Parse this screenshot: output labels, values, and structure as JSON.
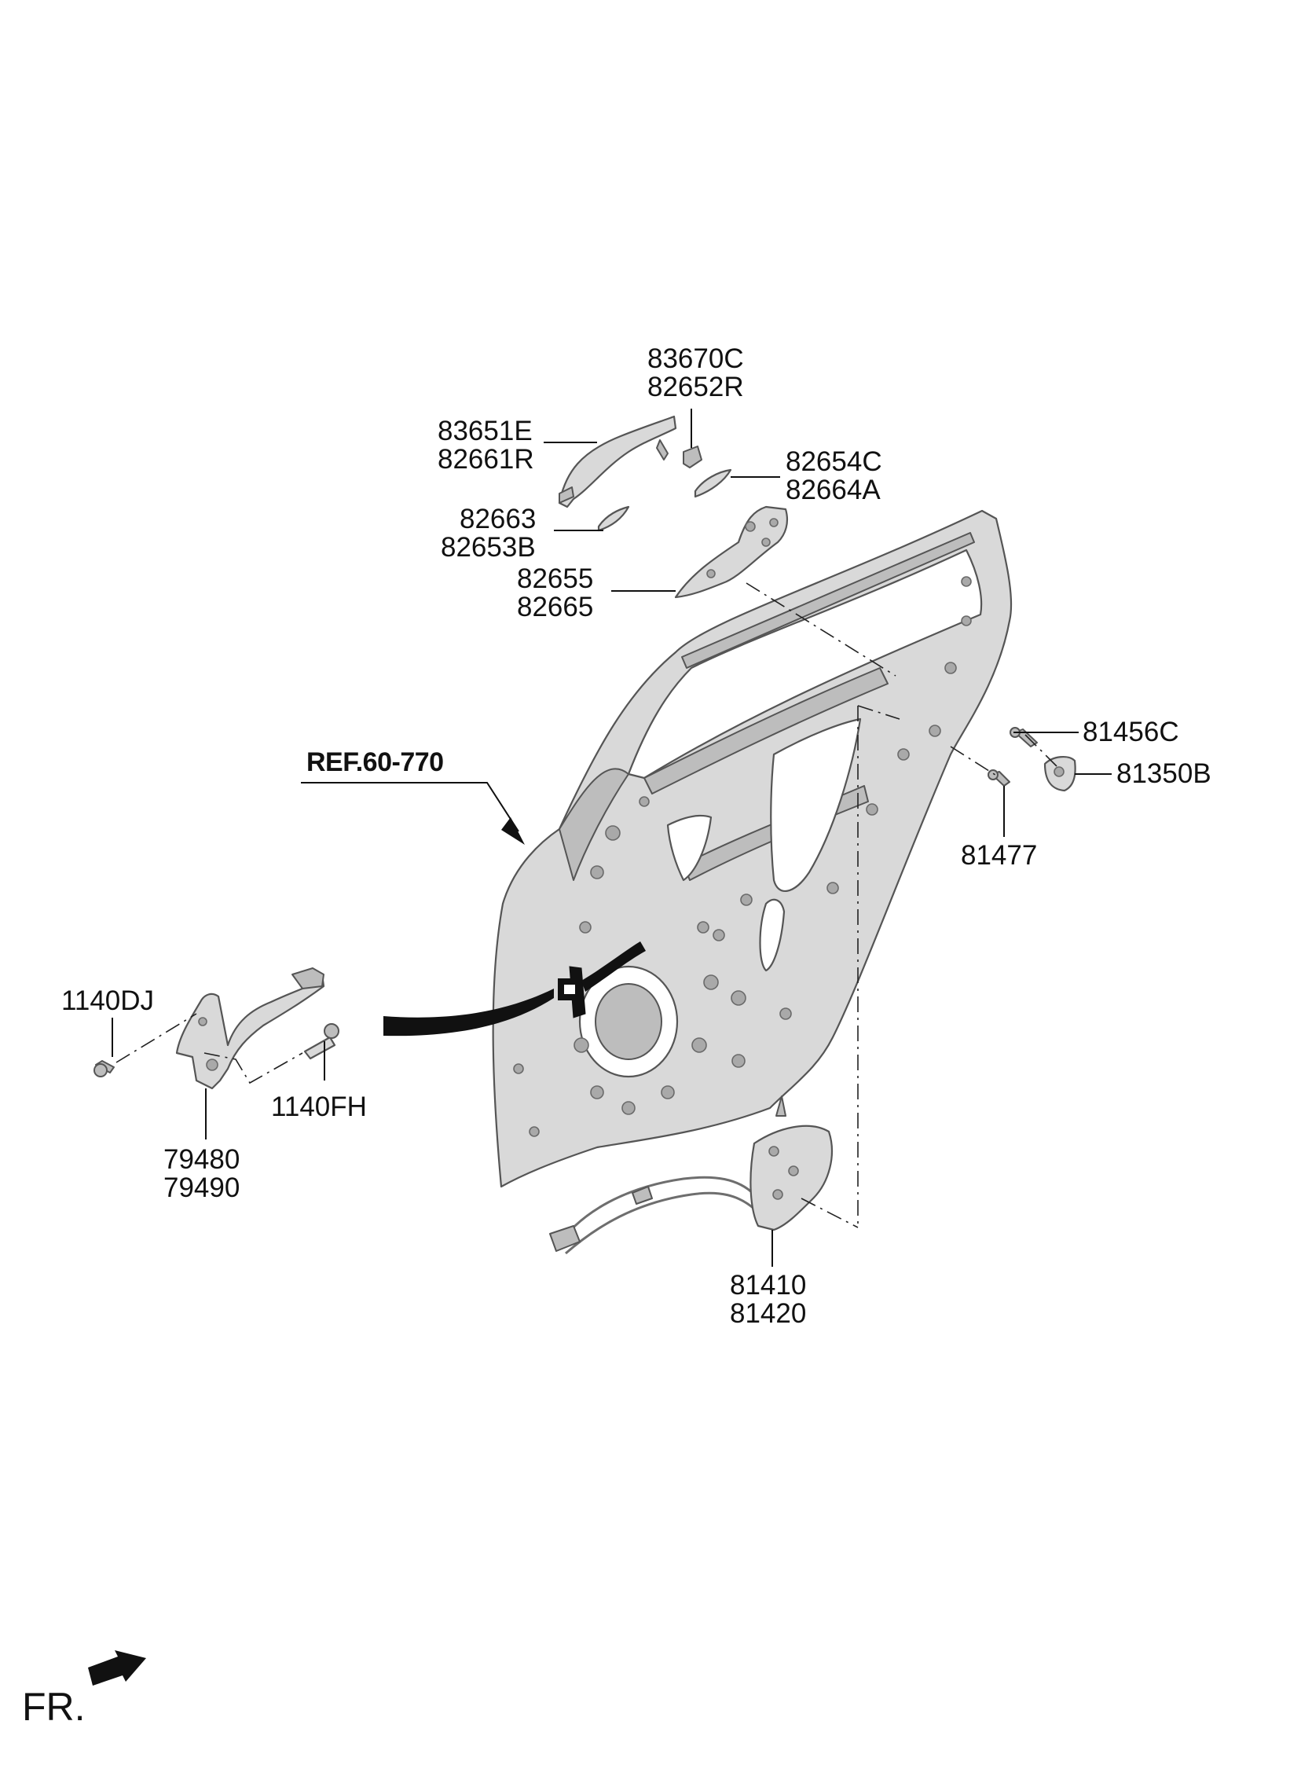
{
  "diagram": {
    "reference": "REF.60-770",
    "front_indicator": "FR.",
    "callouts": {
      "c83670c": "83670C",
      "c82652r": "82652R",
      "c83651e": "83651E",
      "c82661r": "82661R",
      "c82654c": "82654C",
      "c82664a": "82664A",
      "c82663": "82663",
      "c82653b": "82653B",
      "c82655": "82655",
      "c82665": "82665",
      "c81456c": "81456C",
      "c81350b": "81350B",
      "c81477": "81477",
      "c1140dj": "1140DJ",
      "c1140fh": "1140FH",
      "c79480": "79480",
      "c79490": "79490",
      "c81410": "81410",
      "c81420": "81420"
    },
    "components": {
      "door_panel": "door-inner-panel",
      "outside_handle": "outside-handle",
      "handle_cap": "handle-cap",
      "handle_gaskets": "handle-pads",
      "handle_bracket": "handle-bracket",
      "striker": "striker",
      "checker": "door-checker",
      "latch": "door-latch-actuator"
    },
    "colors": {
      "part_fill": "#d9d9d9",
      "part_outline": "#555555",
      "text": "#111111",
      "background": "#ffffff"
    }
  }
}
